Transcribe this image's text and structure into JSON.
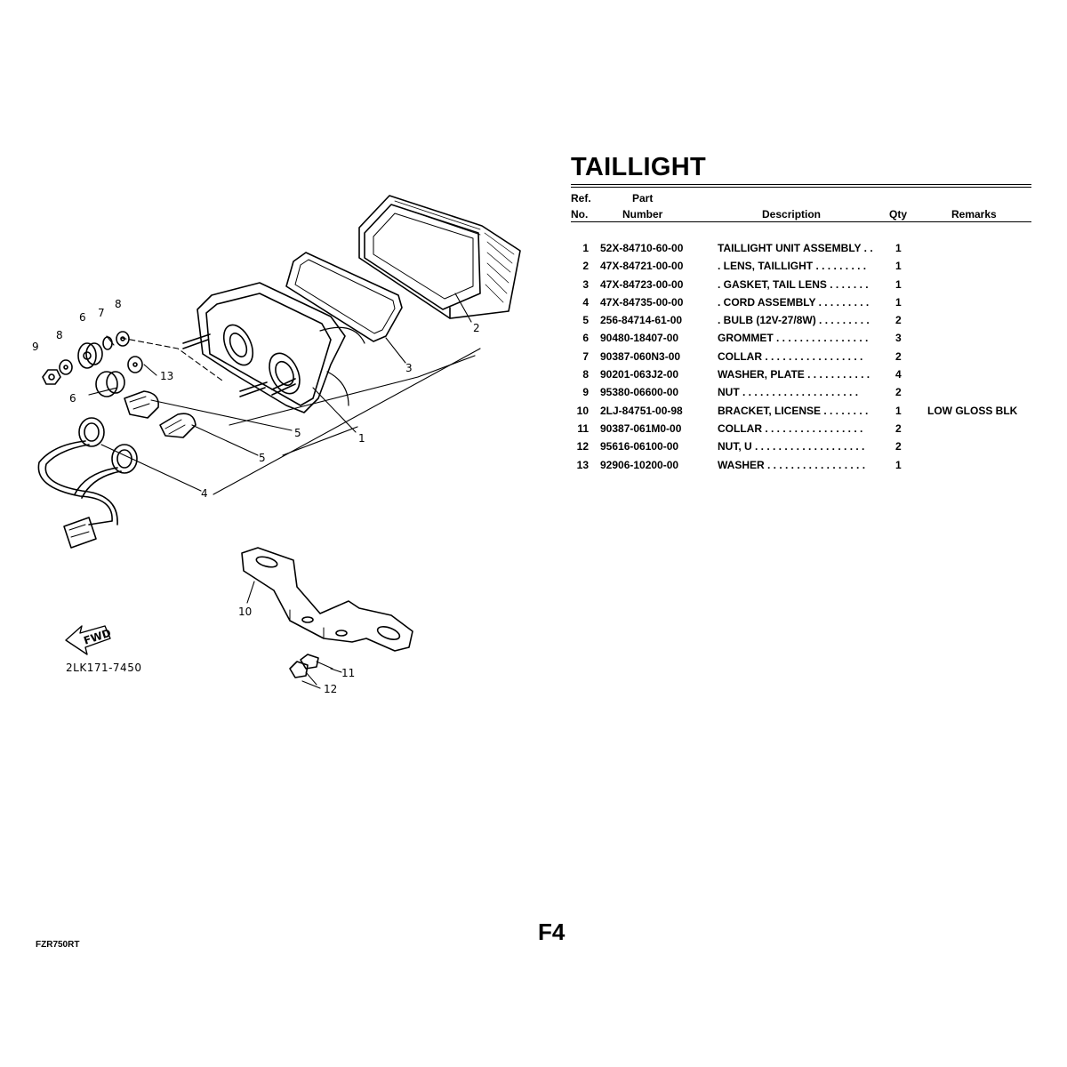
{
  "section": {
    "title": "TAILLIGHT"
  },
  "table": {
    "headers": {
      "ref_line1": "Ref.",
      "ref_line2": "No.",
      "part_line1": "Part",
      "part_line2": "Number",
      "description": "Description",
      "qty": "Qty",
      "remarks": "Remarks"
    },
    "rows": [
      {
        "ref": "1",
        "part": "52X-84710-60-00",
        "desc": "TAILLIGHT UNIT ASSEMBLY  . .",
        "qty": "1",
        "remarks": ""
      },
      {
        "ref": "2",
        "part": "47X-84721-00-00",
        "desc": ". LENS, TAILLIGHT   . . . . . . . . .",
        "qty": "1",
        "remarks": ""
      },
      {
        "ref": "3",
        "part": "47X-84723-00-00",
        "desc": ". GASKET, TAIL LENS  . . . . . . .",
        "qty": "1",
        "remarks": ""
      },
      {
        "ref": "4",
        "part": "47X-84735-00-00",
        "desc": ". CORD ASSEMBLY  . . . . . . . . .",
        "qty": "1",
        "remarks": ""
      },
      {
        "ref": "5",
        "part": "256-84714-61-00",
        "desc": ". BULB (12V-27/8W)  . . . . . . . . .",
        "qty": "2",
        "remarks": ""
      },
      {
        "ref": "6",
        "part": "90480-18407-00",
        "desc": "GROMMET  . . . . . . . . . . . . . . . .",
        "qty": "3",
        "remarks": ""
      },
      {
        "ref": "7",
        "part": "90387-060N3-00",
        "desc": "COLLAR    . . . . . . . . . . . . . . . . .",
        "qty": "2",
        "remarks": ""
      },
      {
        "ref": "8",
        "part": "90201-063J2-00",
        "desc": "WASHER, PLATE  . . . . . . . . . . .",
        "qty": "4",
        "remarks": ""
      },
      {
        "ref": "9",
        "part": "95380-06600-00",
        "desc": "NUT  . . . . . . . . . . . . . . . . . . . .",
        "qty": "2",
        "remarks": ""
      },
      {
        "ref": "10",
        "part": "2LJ-84751-00-98",
        "desc": "BRACKET, LICENSE   . . . . . . . .",
        "qty": "1",
        "remarks": "LOW GLOSS BLK"
      },
      {
        "ref": "11",
        "part": "90387-061M0-00",
        "desc": "COLLAR    . . . . . . . . . . . . . . . . .",
        "qty": "2",
        "remarks": ""
      },
      {
        "ref": "12",
        "part": "95616-06100-00",
        "desc": "NUT, U  . . . . . . . . . . . . . . . . . . .",
        "qty": "2",
        "remarks": ""
      },
      {
        "ref": "13",
        "part": "92906-10200-00",
        "desc": "WASHER  . . . . . . . . . . . . . . . . .",
        "qty": "1",
        "remarks": ""
      }
    ]
  },
  "diagram": {
    "drawing_code": "2LK171-7450",
    "fwd_arrow_text": "FWD",
    "callouts": {
      "c1": "1",
      "c2": "2",
      "c3": "3",
      "c4": "4",
      "c5a": "5",
      "c5b": "5",
      "c6a": "6",
      "c6b": "6",
      "c7": "7",
      "c8a": "8",
      "c8b": "8",
      "c9": "9",
      "c10": "10",
      "c11": "11",
      "c12": "12",
      "c13": "13"
    }
  },
  "footer": {
    "model": "FZR750RT",
    "page_id": "F4"
  }
}
